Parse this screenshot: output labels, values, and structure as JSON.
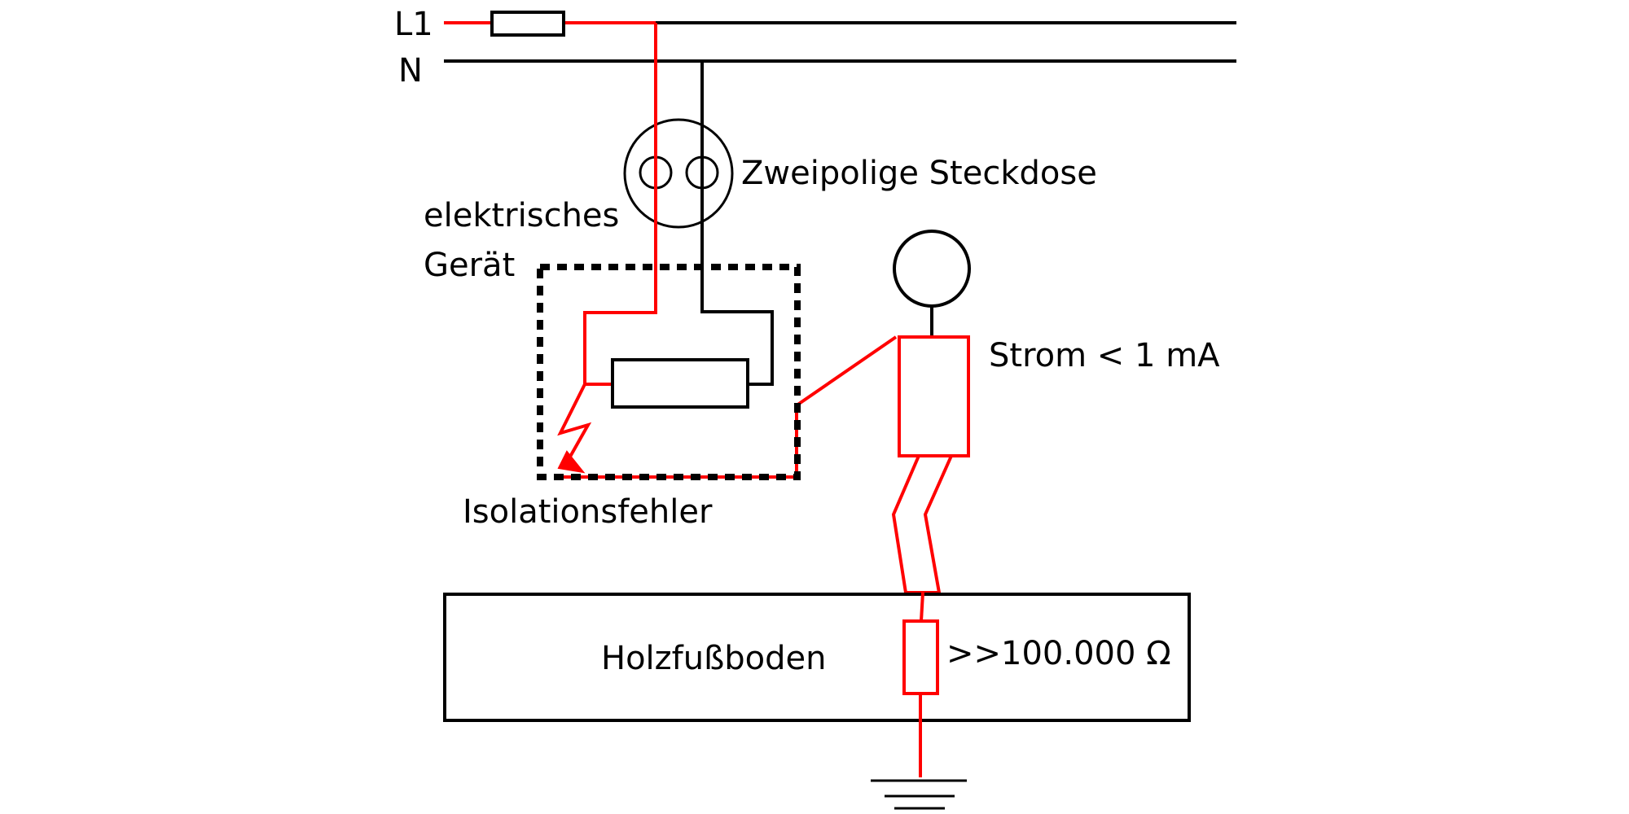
{
  "labels": {
    "l1": "L1",
    "n": "N",
    "socket": "Zweipolige Steckdose",
    "device_line1": "elektrisches",
    "device_line2": "Gerät",
    "current": "Strom < 1 mA",
    "fault": "Isolationsfehler",
    "floor": "Holzfußboden",
    "resistance": ">>100.000 Ω"
  },
  "colors": {
    "live_wire": "#ff0000",
    "neutral_wire": "#000000",
    "background": "#ffffff"
  }
}
